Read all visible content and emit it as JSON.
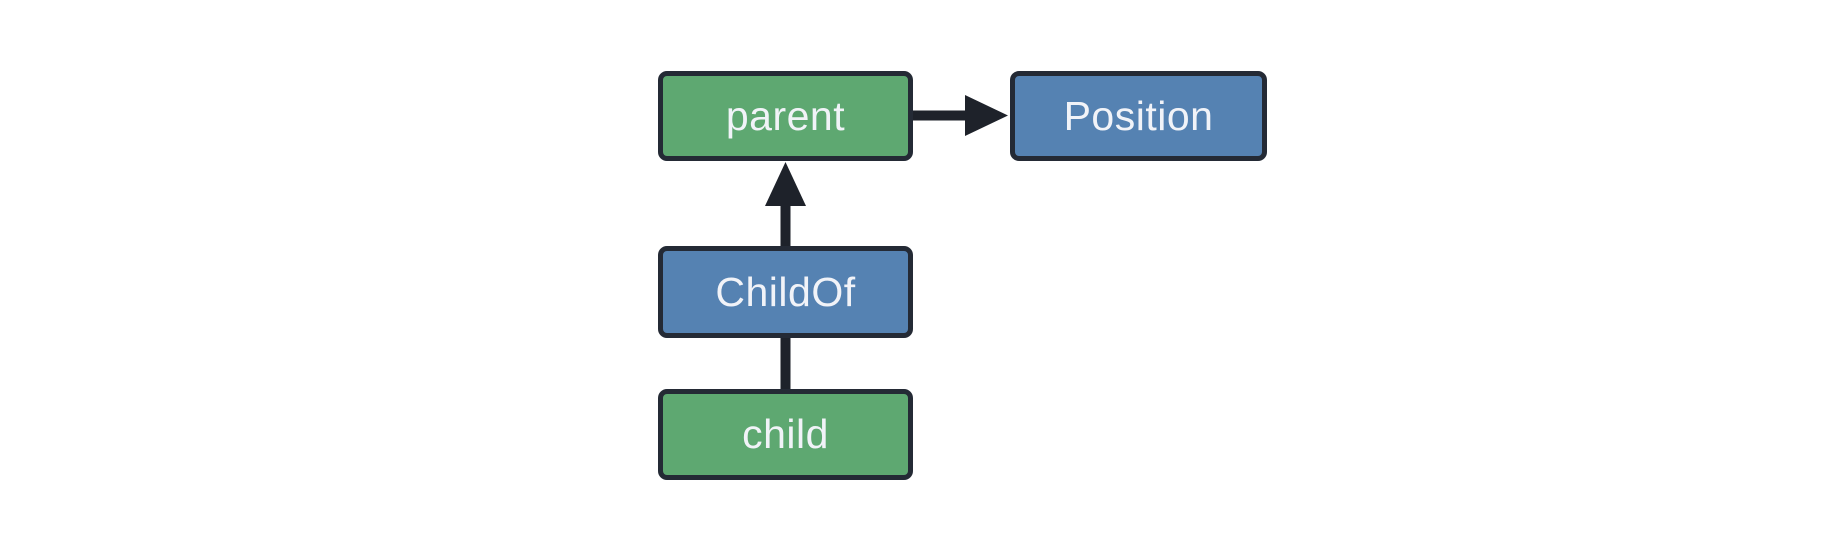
{
  "diagram": {
    "nodes": [
      {
        "id": "parent",
        "label": "parent",
        "role": "entity"
      },
      {
        "id": "Position",
        "label": "Position",
        "role": "component"
      },
      {
        "id": "ChildOf",
        "label": "ChildOf",
        "role": "relationship"
      },
      {
        "id": "child",
        "label": "child",
        "role": "entity"
      }
    ],
    "edges": [
      {
        "from": "parent",
        "to": "Position",
        "kind": "arrow-right"
      },
      {
        "from": "ChildOf",
        "to": "parent",
        "kind": "arrow-up"
      },
      {
        "from": "child",
        "to": "ChildOf",
        "kind": "line"
      }
    ],
    "colors": {
      "background": "#ffffff",
      "entity_fill": "#5ea871",
      "component_fill": "#5582b2",
      "node_border": "#242a35",
      "node_text": "#f1f3f8",
      "line_color": "#1e222a"
    }
  }
}
